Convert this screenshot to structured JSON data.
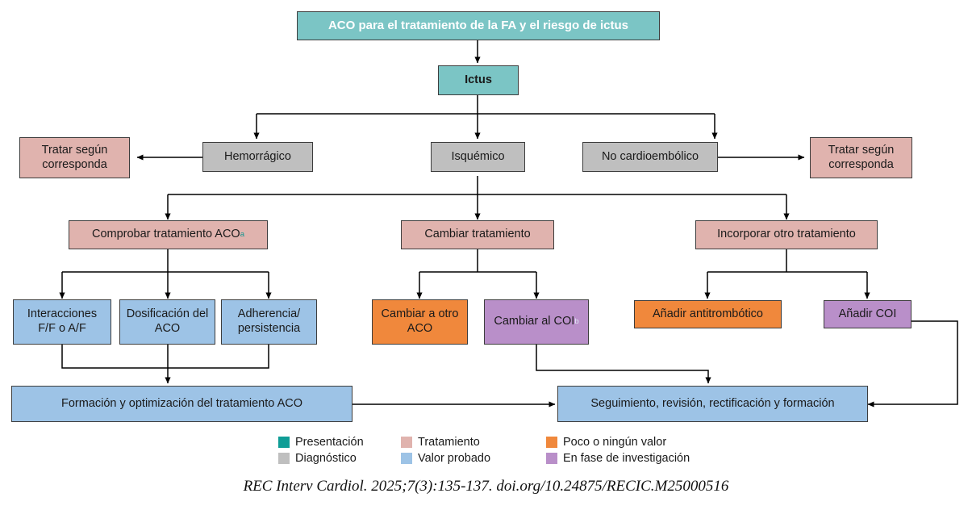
{
  "diagram": {
    "title_box": {
      "label": "ACO para el tratamiento de la FA y el riesgo de ictus"
    },
    "nodes": {
      "ictus": "Ictus",
      "hemorragico": "Hemorrágico",
      "isquemico": "Isquémico",
      "no_cardioembolico": "No cardioembólico",
      "tratar_segun_corresponda_izq": "Tratar según corresponda",
      "tratar_segun_corresponda_der": "Tratar según corresponda",
      "comprobar_tratamiento_aco": "Comprobar tratamiento ACO",
      "comprobar_tratamiento_aco_sup": "a",
      "cambiar_tratamiento": "Cambiar tratamiento",
      "incorporar_otro_tratamiento": "Incorporar otro tratamiento",
      "interacciones": "Interacciones F/F o A/F",
      "dosificacion": "Dosificación del ACO",
      "adherencia": "Adherencia/ persistencia",
      "cambiar_a_otro_aco": "Cambiar a otro ACO",
      "cambiar_al_coi": "Cambiar al COI",
      "cambiar_al_coi_sup": "b",
      "anadir_antitrombotico": "Añadir antitrombótico",
      "anadir_coi": "Añadir COI",
      "formacion_optimizacion": "Formación y optimización del tratamiento ACO",
      "seguimiento": "Seguimiento, revisión, rectificación y formación"
    }
  },
  "legend": {
    "items": [
      {
        "label": "Presentación",
        "color": "#0f9d96"
      },
      {
        "label": "Tratamiento",
        "color": "#e0b3ae"
      },
      {
        "label": "Poco o ningún valor",
        "color": "#f0883c"
      },
      {
        "label": "Diagnóstico",
        "color": "#bfbfbf"
      },
      {
        "label": "Valor probado",
        "color": "#9dc3e6"
      },
      {
        "label": "En fase de investigación",
        "color": "#b98fc9"
      }
    ]
  },
  "citation": {
    "text": "REC Interv Cardiol. 2025;7(3):135-137. doi.org/10.24875/RECIC.M25000516"
  },
  "colors": {
    "presentacion": "#7bc5c5",
    "diagnostico": "#bfbfbf",
    "tratamiento": "#e0b3ae",
    "valor_probado": "#9dc3e6",
    "poco_valor": "#f0883c",
    "en_investigacion": "#b98fc9",
    "edge": "#000000",
    "border": "#3d3d3d"
  }
}
